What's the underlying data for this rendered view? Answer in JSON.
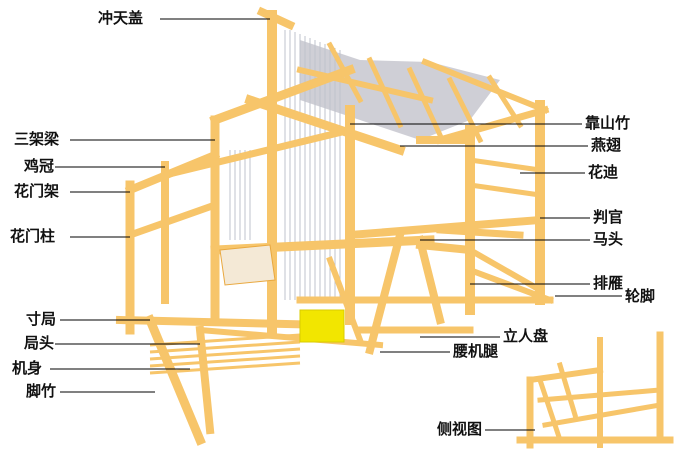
{
  "labels": {
    "chongtiangai": "冲天盖",
    "sanjialiang": "三架梁",
    "jiguan": "鸡冠",
    "huamenjia": "花门架",
    "huamenzhu": "花门柱",
    "cunju": "寸局",
    "jutou": "局头",
    "jishen": "机身",
    "jiaozhu": "脚竹",
    "kaoshanzhu": "靠山竹",
    "yanchi": "燕翅",
    "huadi": "花迪",
    "panguan": "判官",
    "matou": "马头",
    "paiyan": "排雁",
    "lunjiao": "轮脚",
    "lirenpan": "立人盘",
    "yaojitui": "腰机腿",
    "cetu": "侧视图"
  },
  "colors": {
    "frame": "#F7C56A",
    "frame_dark": "#E9A83F",
    "threads": "#BFC3CC",
    "canopy": "#C7C7CF",
    "weights": "#F2E600",
    "cloth": "#F4E9D6",
    "leader": "#000000"
  }
}
